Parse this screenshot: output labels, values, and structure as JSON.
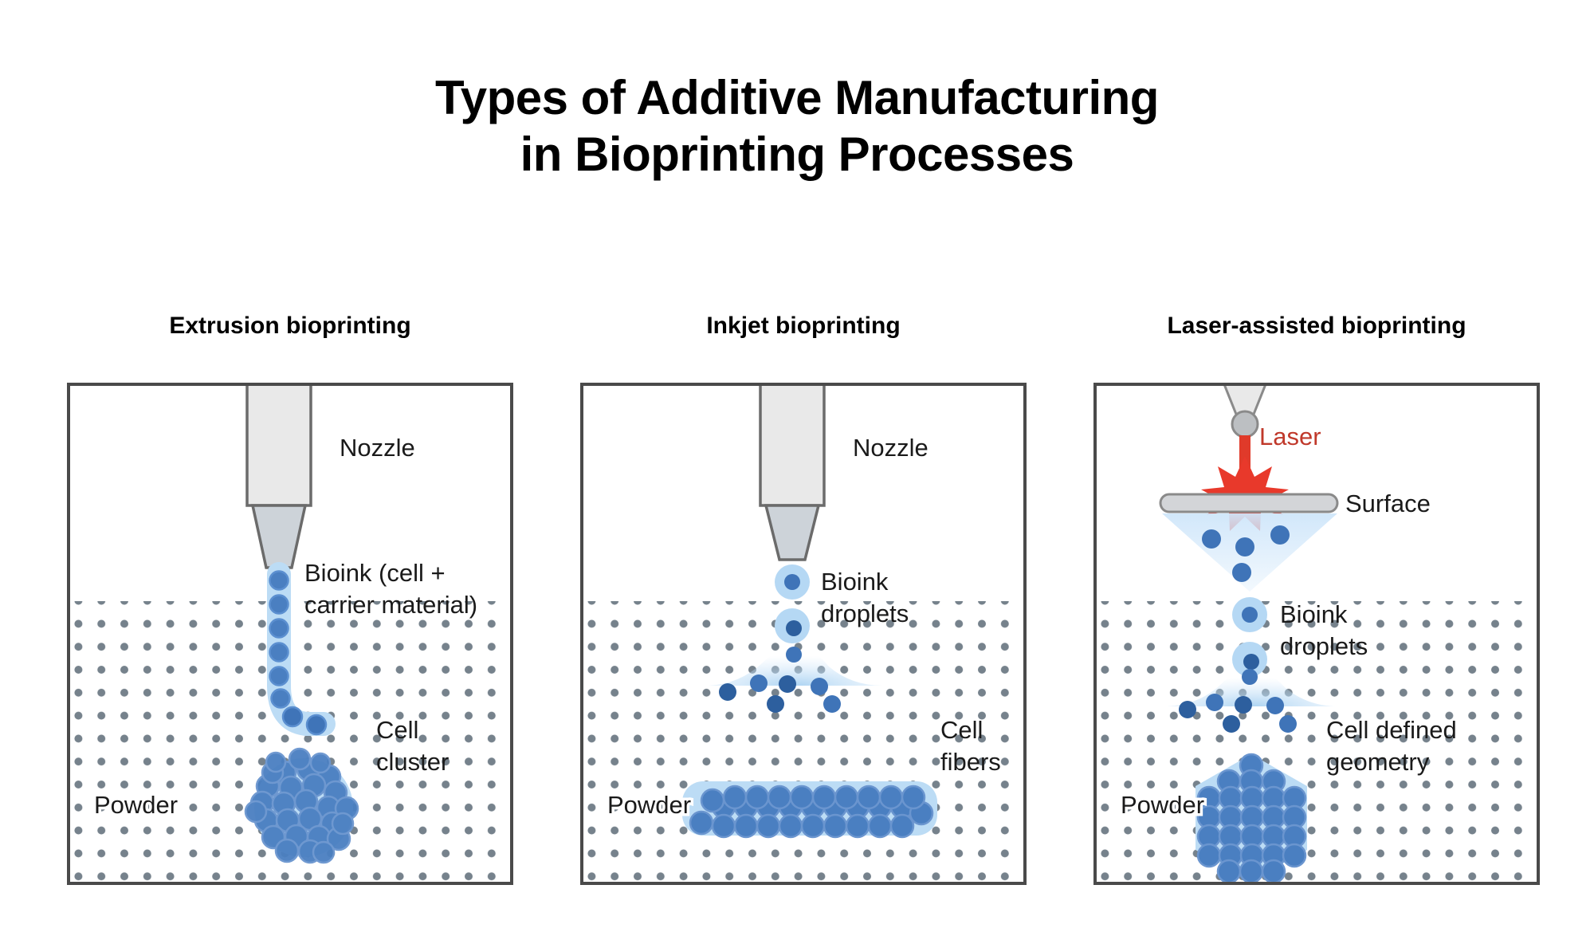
{
  "title": {
    "line1": "Types of Additive Manufacturing",
    "line2": "in Bioprinting Processes"
  },
  "colors": {
    "background": "#ffffff",
    "text": "#000000",
    "panel_border": "#4a4a4a",
    "nozzle_body": "#e9e9e9",
    "nozzle_tip": "#cdd3d9",
    "powder_dot": "#76828c",
    "bioink_fluid": "#bcdcf5",
    "cell_fill": "#4a7fc1",
    "cell_dark": "#2d5f9e",
    "laser_red": "#e8392b",
    "laser_label": "#c0392b",
    "surface_gray": "#d3d5d8"
  },
  "panels": [
    {
      "id": "extrusion",
      "title": "Extrusion bioprinting",
      "labels": [
        {
          "name": "nozzle",
          "text": "Nozzle"
        },
        {
          "name": "bioink-line-1",
          "text": "Bioink (cell +"
        },
        {
          "name": "bioink-line-2",
          "text": "carrier material)"
        },
        {
          "name": "cell-cluster-line-1",
          "text": "Cell"
        },
        {
          "name": "cell-cluster-line-2",
          "text": "cluster"
        },
        {
          "name": "powder",
          "text": "Powder"
        }
      ],
      "elements": [
        "nozzle-body",
        "nozzle-tip",
        "bioink-stream",
        "cell-cluster",
        "powder-bed"
      ]
    },
    {
      "id": "inkjet",
      "title": "Inkjet bioprinting",
      "labels": [
        {
          "name": "nozzle",
          "text": "Nozzle"
        },
        {
          "name": "droplets-line-1",
          "text": "Bioink"
        },
        {
          "name": "droplets-line-2",
          "text": "droplets"
        },
        {
          "name": "cell-fibers-line-1",
          "text": "Cell"
        },
        {
          "name": "cell-fibers-line-2",
          "text": "fibers"
        },
        {
          "name": "powder",
          "text": "Powder"
        }
      ],
      "elements": [
        "nozzle-body",
        "nozzle-tip",
        "bioink-droplets",
        "droplet-impact-zone",
        "cell-fibers",
        "powder-bed"
      ]
    },
    {
      "id": "laser-assisted",
      "title": "Laser-assisted bioprinting",
      "labels": [
        {
          "name": "laser",
          "text": "Laser"
        },
        {
          "name": "surface",
          "text": "Surface"
        },
        {
          "name": "droplets-line-1",
          "text": "Bioink"
        },
        {
          "name": "droplets-line-2",
          "text": "droplets"
        },
        {
          "name": "geometry-line-1",
          "text": "Cell defined"
        },
        {
          "name": "geometry-line-2",
          "text": "geometry"
        },
        {
          "name": "powder",
          "text": "Powder"
        }
      ],
      "elements": [
        "laser-emitter",
        "laser-lens",
        "laser-beam",
        "laser-impact-starburst",
        "surface-bar",
        "cone-spray",
        "bioink-droplets",
        "droplet-impact-zone",
        "cell-defined-geometry",
        "powder-bed"
      ]
    }
  ]
}
